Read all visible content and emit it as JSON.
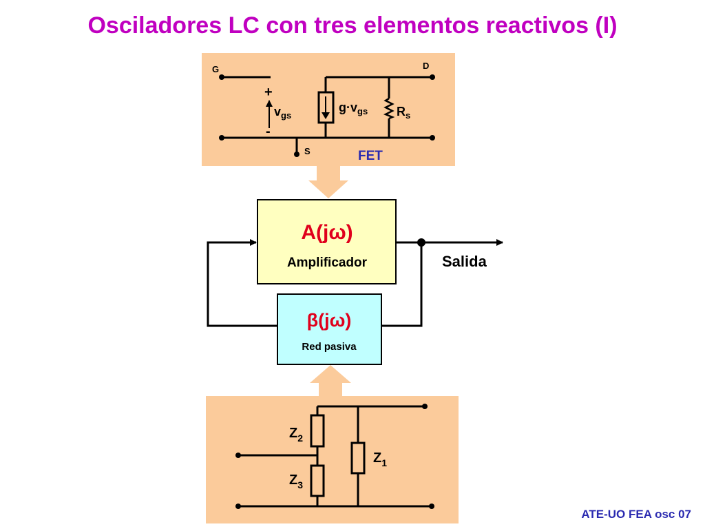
{
  "slide": {
    "title": "Osciladores LC con tres elementos reactivos (I)",
    "footer": "ATE-UO FEA osc 07"
  },
  "fet_model": {
    "gate_label": "G",
    "drain_label": "D",
    "source_label": "S",
    "plus_sign": "+",
    "minus_sign": "-",
    "vgs_main": "v",
    "vgs_sub": "gs",
    "gm_main": "g·v",
    "gm_sub": "gs",
    "rs_main": "R",
    "rs_sub": "s",
    "caption": "FET"
  },
  "amplifier": {
    "symbol": "A(jω)",
    "label": "Amplificador"
  },
  "feedback": {
    "symbol": "β(jω)",
    "label": "Red pasiva"
  },
  "output": {
    "label": "Salida"
  },
  "impedances": {
    "z1_main": "Z",
    "z1_sub": "1",
    "z2_main": "Z",
    "z2_sub": "2",
    "z3_main": "Z",
    "z3_sub": "3"
  },
  "colors": {
    "panel_fill": "#fbcb9b",
    "arrow_fill": "#fbcb9b",
    "amplifier_fill": "#ffffc0",
    "feedback_fill": "#c0ffff",
    "title": "#c000c0",
    "symbol_red": "#e0001c",
    "fet_caption": "#2a2ab0",
    "footer": "#2a2ab0"
  }
}
